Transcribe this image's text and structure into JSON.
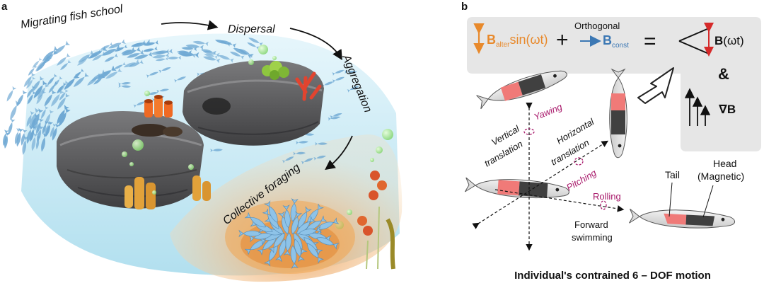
{
  "panel_a": {
    "letter": "a",
    "labels": {
      "migrating": "Migrating fish school",
      "dispersal": "Dispersal",
      "aggregation": "Aggregation",
      "foraging": "Collective foraging"
    }
  },
  "panel_b": {
    "letter": "b",
    "equation": {
      "orthogonal": "Orthogonal",
      "b_alter": "B",
      "b_alter_sub": "alter",
      "sin_expr": "sin(ωt)",
      "plus": "+",
      "b_const": "B",
      "b_const_sub": "const",
      "equals": "=",
      "b_result": "B",
      "b_result_arg": "(ωt)"
    },
    "ampersand": "&",
    "gradient": "∇B",
    "motions": {
      "yawing": "Yawing",
      "vertical_line1": "Vertical",
      "vertical_line2": "translation",
      "horizontal_line1": "Horizontal",
      "horizontal_line2": "translation",
      "pitching": "Pitching",
      "rolling": "Rolling",
      "forward_line1": "Forward",
      "forward_line2": "swimming"
    },
    "parts": {
      "tail": "Tail",
      "head_line1": "Head",
      "head_line2": "(Magnetic)"
    },
    "caption": "Individual's contrained 6 – DOF motion"
  },
  "colors": {
    "orange": "#e8892b",
    "blue": "#3c78b4",
    "red": "#d62a2a",
    "magenta": "#a8186a",
    "rock": "#5a5a5c",
    "water": "#bfe6f2",
    "sand": "#f3c28e",
    "fish_red": "#f07a78",
    "fish_dark": "#404040"
  }
}
